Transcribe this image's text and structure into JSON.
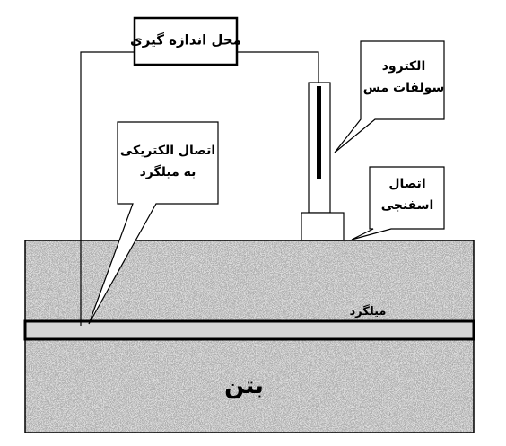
{
  "labels": {
    "measurement_point": "محل اندازه گیری",
    "electrode_line1": "الکترود",
    "electrode_line2": "سولفات مس",
    "electrical_conn_line1": "اتصال الکتریکی",
    "electrical_conn_line2": "به میلگرد",
    "sponge_line1": "اتصال",
    "sponge_line2": "اسفنجی",
    "rebar": "میلگرد",
    "concrete": "بتن"
  },
  "colors": {
    "ink": "#000000",
    "box_fill": "#ffffff",
    "concrete_base": "#a8a8a8"
  }
}
